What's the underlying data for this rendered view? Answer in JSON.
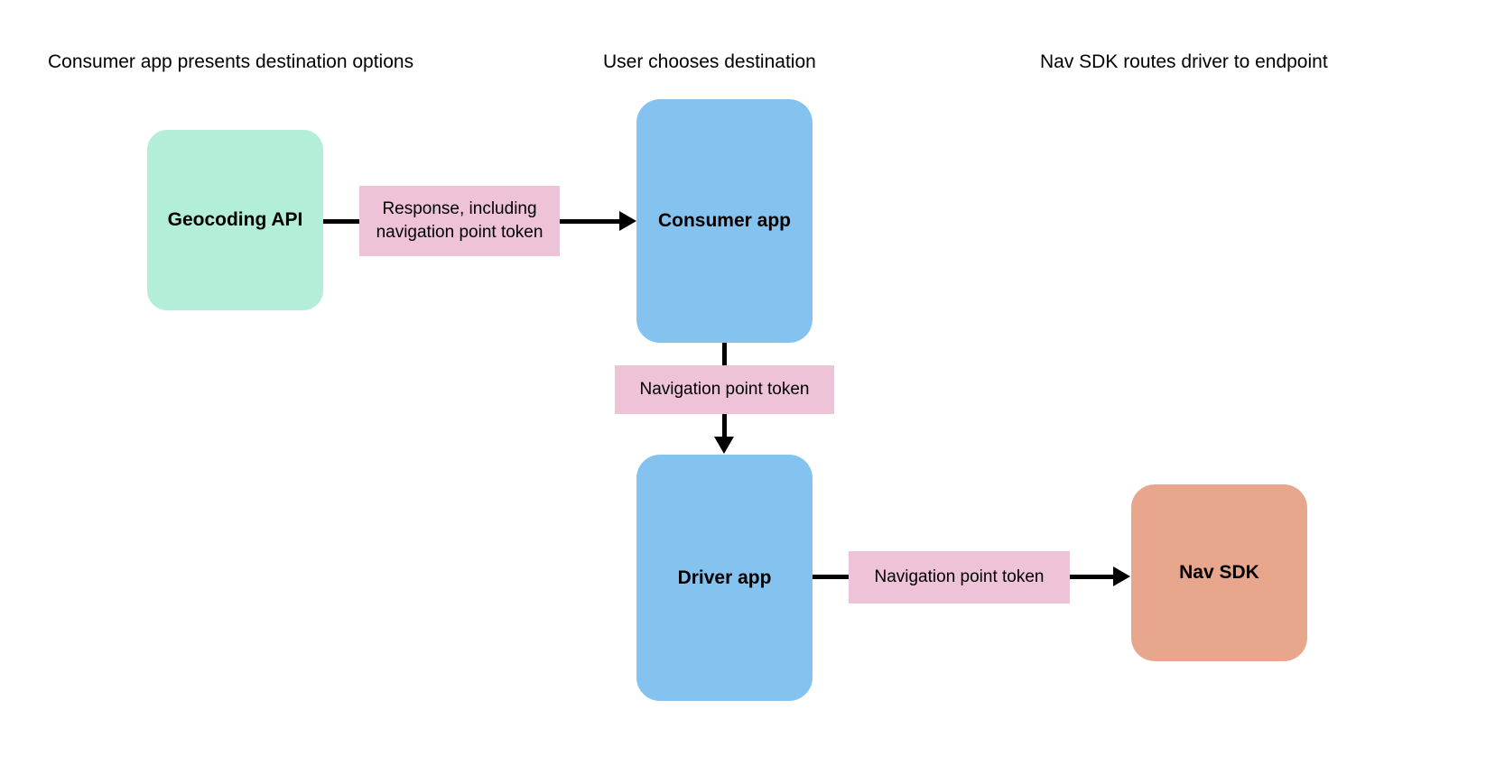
{
  "diagram": {
    "title_row": [
      {
        "id": "consumer-app-presents",
        "label": "Consumer app presents destination options"
      },
      {
        "id": "user-chooses",
        "label": "User chooses destination"
      },
      {
        "id": "nav-sdk-routes",
        "label": "Nav SDK routes driver to endpoint"
      }
    ],
    "nodes": [
      {
        "id": "geocoding-api",
        "label": "Geocoding API",
        "color": "#b3eed9"
      },
      {
        "id": "consumer-app",
        "label": "Consumer app",
        "color": "#84c2f0"
      },
      {
        "id": "driver-app",
        "label": "Driver app",
        "color": "#84c2f0"
      },
      {
        "id": "nav-sdk",
        "label": "Nav SDK",
        "color": "#e8a68c"
      }
    ],
    "edge_labels": [
      {
        "id": "response-including-nav-point-token",
        "label": "Response, including navigation point token",
        "color": "#eec3d8"
      },
      {
        "id": "navigation-point-token-consumer-driver",
        "label": "Navigation point token",
        "color": "#eec3d8"
      },
      {
        "id": "navigation-point-token-driver-navsdk",
        "label": "Navigation point token",
        "color": "#eec3d8"
      }
    ],
    "edges": [
      {
        "id": "geocoding-to-consumer",
        "from": "geocoding-api",
        "to": "consumer-app",
        "direction": "right"
      },
      {
        "id": "consumer-to-driver",
        "from": "consumer-app",
        "to": "driver-app",
        "direction": "down"
      },
      {
        "id": "driver-to-navsdk",
        "from": "driver-app",
        "to": "nav-sdk",
        "direction": "right"
      }
    ],
    "arrow_color": "#000000",
    "background": "#ffffff"
  }
}
